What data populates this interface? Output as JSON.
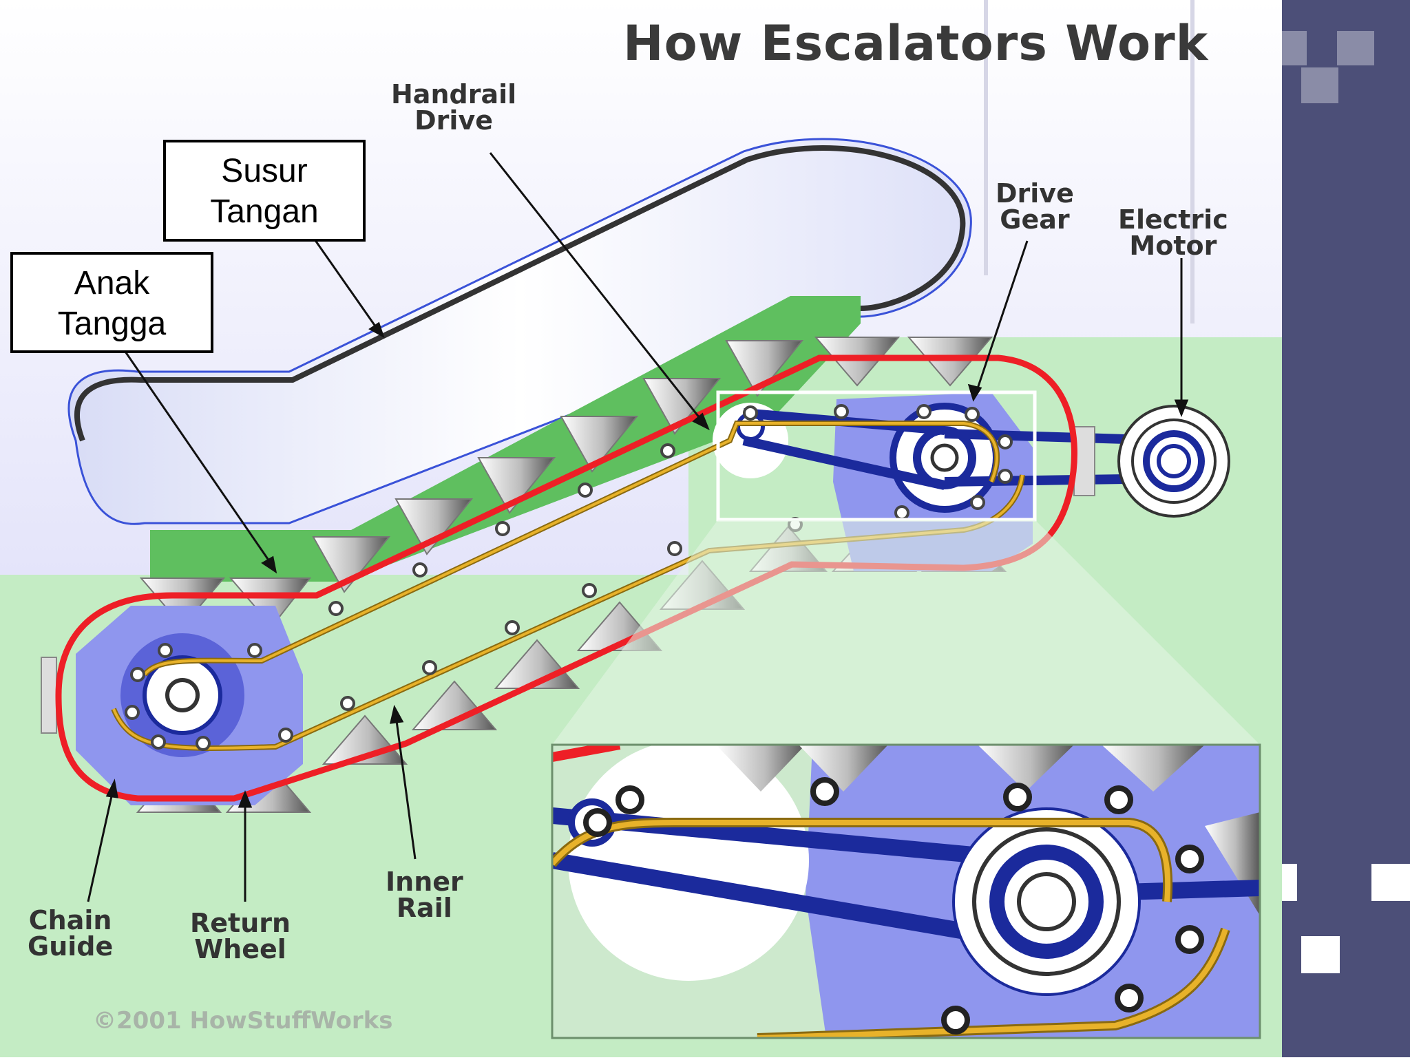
{
  "title": "How Escalators Work",
  "copyright": "©2001 HowStuffWorks",
  "labels": {
    "handrail_drive": [
      "Handrail",
      "Drive"
    ],
    "drive_gear": [
      "Drive",
      "Gear"
    ],
    "electric_motor": [
      "Electric",
      "Motor"
    ],
    "chain_guide": [
      "Chain",
      "Guide"
    ],
    "return_wheel": [
      "Return",
      "Wheel"
    ],
    "inner_rail": [
      "Inner",
      "Rail"
    ]
  },
  "callouts": {
    "susur_tangan": [
      "Susur",
      "Tangan"
    ],
    "anak_tangga": [
      "Anak",
      "Tangga"
    ]
  },
  "colors": {
    "sky": "#e9e9fb",
    "floor": "#c4ecc4",
    "sidebar": "#4c4f78",
    "chain": "#ee1f26",
    "rail": "#e8b22a",
    "gear": "#8f96ee",
    "belt": "#1b2a9c",
    "truss": "#5fbf5f"
  }
}
